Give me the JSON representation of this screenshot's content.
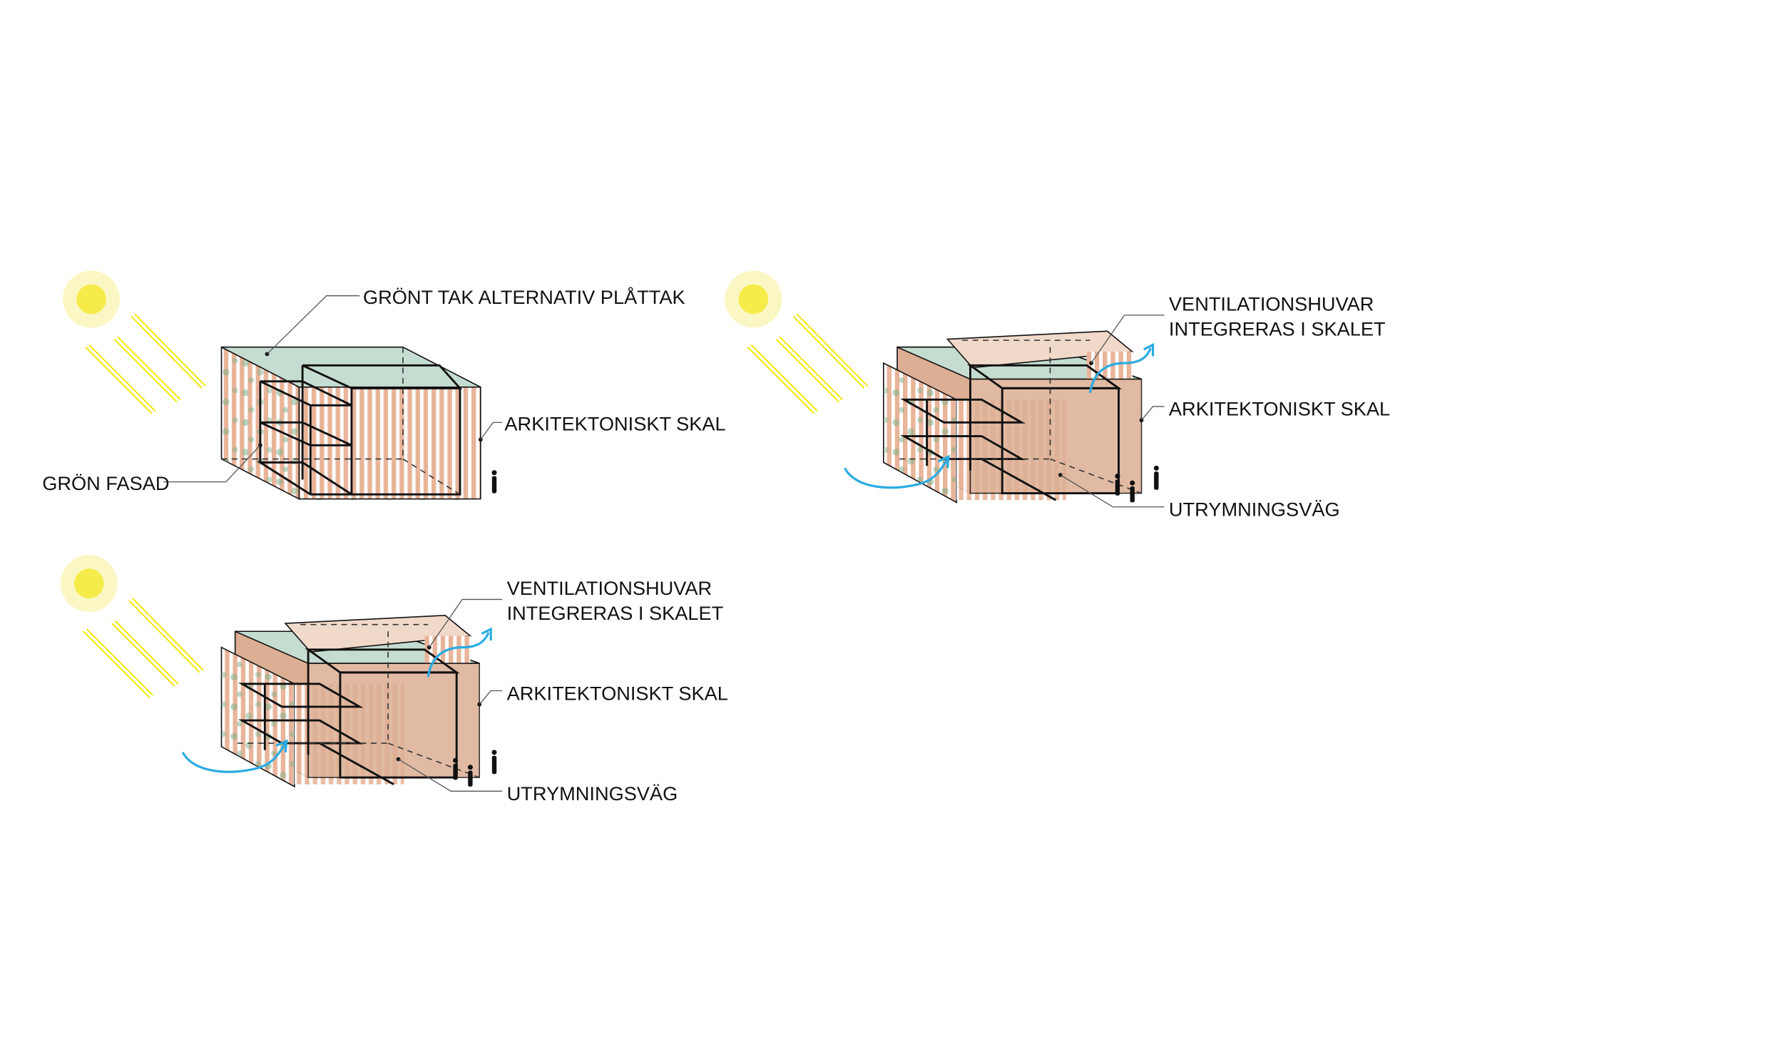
{
  "diagram_1": {
    "roof_label": "GRÖNT TAK ALTERNATIV PLÅTTAK",
    "shell_label": "ARKITEKTONISKT SKAL",
    "facade_label": "GRÖN FASAD"
  },
  "diagram_2": {
    "vent_label_line1": "VENTILATIONSHUVAR",
    "vent_label_line2": "INTEGRERAS I SKALET",
    "shell_label": "ARKITEKTONISKT SKAL",
    "escape_label": "UTRYMNINGSVÄG"
  },
  "diagram_3": {
    "vent_label_line1": "VENTILATIONSHUVAR",
    "vent_label_line2": "INTEGRERAS I SKALET",
    "shell_label": "ARKITEKTONISKT SKAL",
    "escape_label": "UTRYMNINGSVÄG"
  },
  "colors": {
    "sun": "#f5ec4a",
    "sun_halo": "#fbf7c4",
    "green_roof": "#c5ddd0",
    "shell": "#dcae93",
    "stripe": "#e8b49a",
    "hood": "#f1d9c9",
    "air": "#29abe2"
  }
}
